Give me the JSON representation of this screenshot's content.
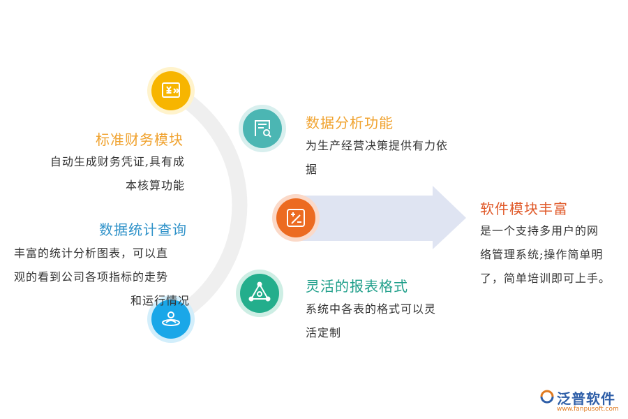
{
  "colors": {
    "yellow": "#f7b500",
    "teal_light": "#4bb6b3",
    "orange": "#ec6b21",
    "green": "#23ae8c",
    "blue": "#1aa7e8",
    "arrow": "#dfe4f2",
    "arc": "#efefef",
    "title_orange": "#f0a22e",
    "title_blue": "#2f92c9",
    "title_teal": "#1f9f8a",
    "title_red": "#e05a2a"
  },
  "nodes": [
    {
      "id": "finance",
      "icon": "yen-ticket-icon",
      "color": "yellow"
    },
    {
      "id": "analysis",
      "icon": "report-search-icon",
      "color": "teal_light"
    },
    {
      "id": "center",
      "icon": "plus-minus-icon",
      "color": "orange"
    },
    {
      "id": "format",
      "icon": "network-triangle-icon",
      "color": "green"
    },
    {
      "id": "query",
      "icon": "user-orbit-icon",
      "color": "blue"
    }
  ],
  "labels": {
    "finance": {
      "title": "标准财务模块",
      "lines": [
        "自动生成财务凭证,具有成",
        "本核算功能"
      ]
    },
    "query": {
      "title": "数据统计查询",
      "lines": [
        "丰富的统计分析图表，可以直",
        "观的看到公司各项指标的走势",
        "和运行情况"
      ]
    },
    "analysis": {
      "title": "数据分析功能",
      "lines": [
        "为生产经营决策提供有力依",
        "据"
      ]
    },
    "format": {
      "title": "灵活的报表格式",
      "lines": [
        "系统中各表的格式可以灵",
        "活定制"
      ]
    },
    "software": {
      "title": "软件模块丰富",
      "lines": [
        "是一个支持多用户的网",
        "络管理系统;操作简单明",
        "了，简单培训即可上手。"
      ]
    }
  },
  "brand": {
    "name": "泛普软件",
    "url": "www.fanpusoft.com"
  }
}
